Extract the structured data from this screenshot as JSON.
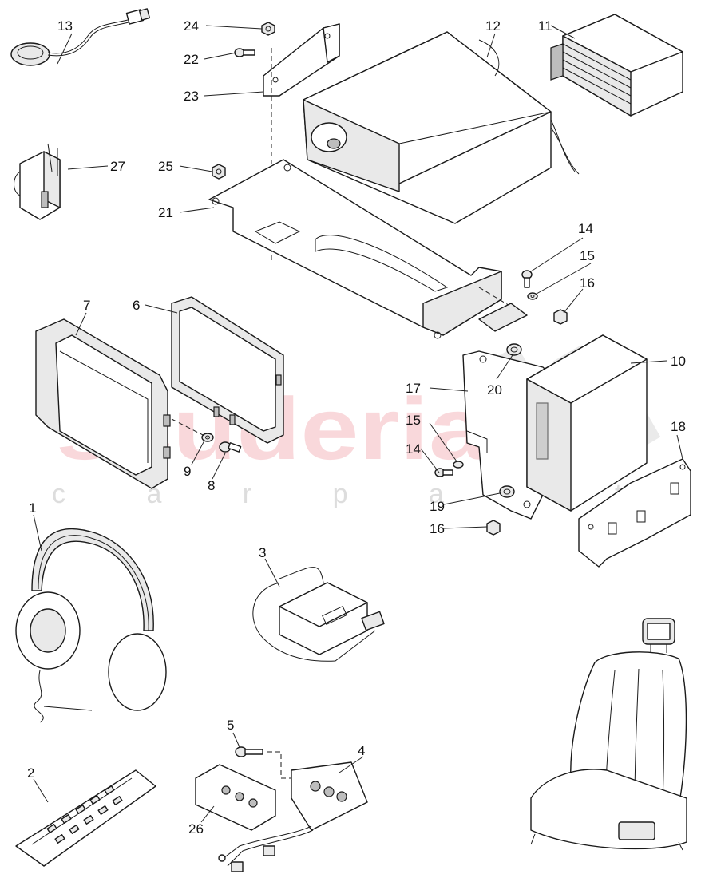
{
  "watermark": {
    "brand": "scuderia",
    "tagline": "c a r p a r t s"
  },
  "callouts": [
    {
      "id": "13",
      "label": "13"
    },
    {
      "id": "24",
      "label": "24"
    },
    {
      "id": "22",
      "label": "22"
    },
    {
      "id": "23",
      "label": "23"
    },
    {
      "id": "12",
      "label": "12"
    },
    {
      "id": "11",
      "label": "11"
    },
    {
      "id": "27",
      "label": "27"
    },
    {
      "id": "25",
      "label": "25"
    },
    {
      "id": "21",
      "label": "21"
    },
    {
      "id": "14a",
      "label": "14"
    },
    {
      "id": "15a",
      "label": "15"
    },
    {
      "id": "16a",
      "label": "16"
    },
    {
      "id": "7",
      "label": "7"
    },
    {
      "id": "6",
      "label": "6"
    },
    {
      "id": "10",
      "label": "10"
    },
    {
      "id": "20",
      "label": "20"
    },
    {
      "id": "17",
      "label": "17"
    },
    {
      "id": "15b",
      "label": "15"
    },
    {
      "id": "18",
      "label": "18"
    },
    {
      "id": "14b",
      "label": "14"
    },
    {
      "id": "9",
      "label": "9"
    },
    {
      "id": "8",
      "label": "8"
    },
    {
      "id": "19",
      "label": "19"
    },
    {
      "id": "1",
      "label": "1"
    },
    {
      "id": "16b",
      "label": "16"
    },
    {
      "id": "3",
      "label": "3"
    },
    {
      "id": "5",
      "label": "5"
    },
    {
      "id": "4",
      "label": "4"
    },
    {
      "id": "2",
      "label": "2"
    },
    {
      "id": "26",
      "label": "26"
    }
  ]
}
